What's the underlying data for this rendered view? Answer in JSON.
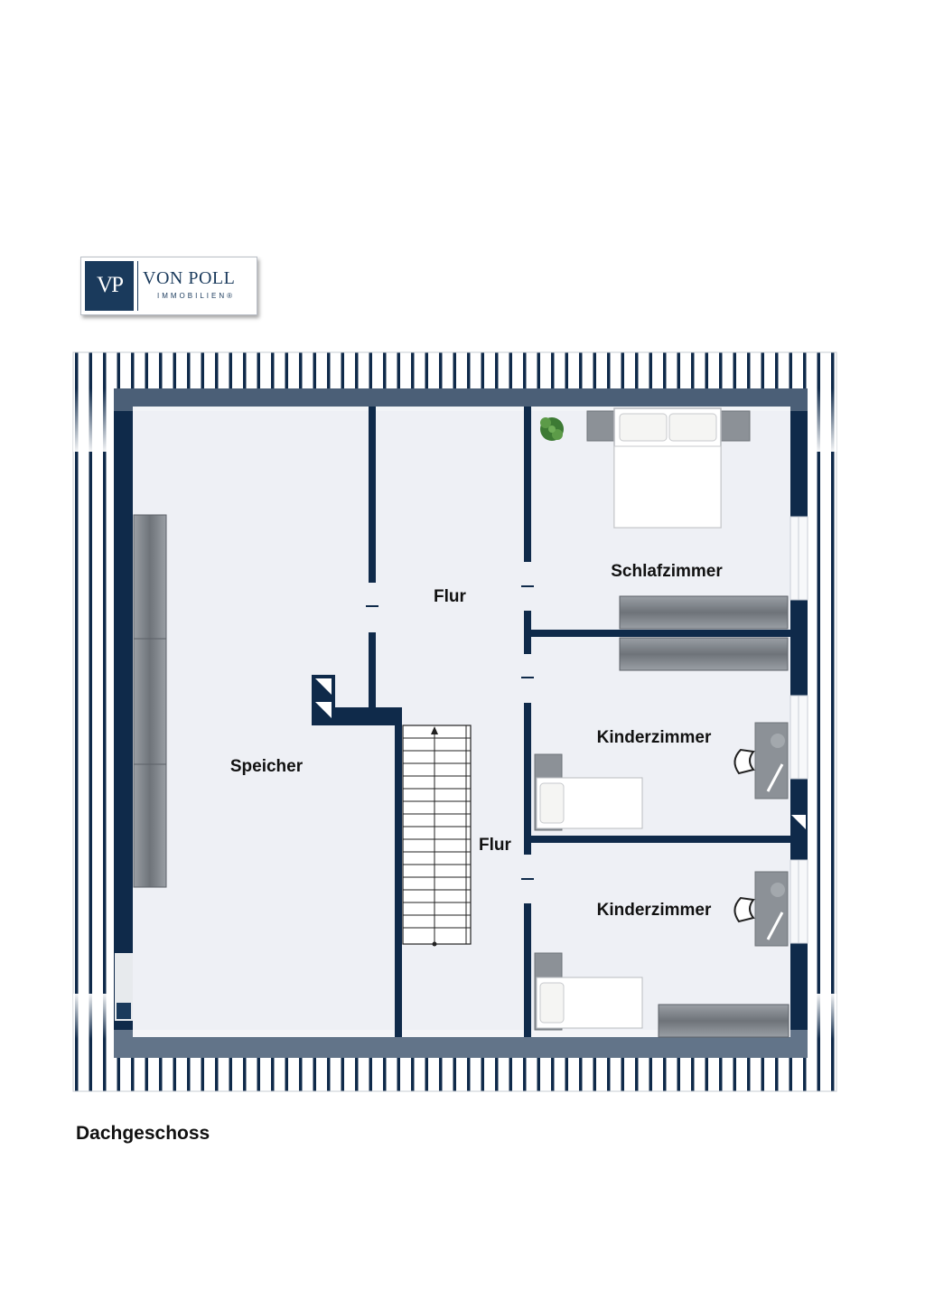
{
  "logo": {
    "monogram": "VP",
    "name": "VON POLL",
    "subtitle": "IMMOBILIEN®"
  },
  "rooms": {
    "storage": "Speicher",
    "hall_upper": "Flur",
    "hall_lower": "Flur",
    "bedroom": "Schlafzimmer",
    "kids_room_1": "Kinderzimmer",
    "kids_room_2": "Kinderzimmer"
  },
  "floor_caption": "Dachgeschoss",
  "colors": {
    "wall": "#0f2a4a",
    "floor": "#eef0f5",
    "brand": "#1a3a5c",
    "furniture": "#858a90"
  },
  "icons": [
    "floor-plan-logo",
    "bed-icon",
    "plant-icon",
    "desk-chair-icon",
    "stairs-icon",
    "chimney-icon"
  ]
}
